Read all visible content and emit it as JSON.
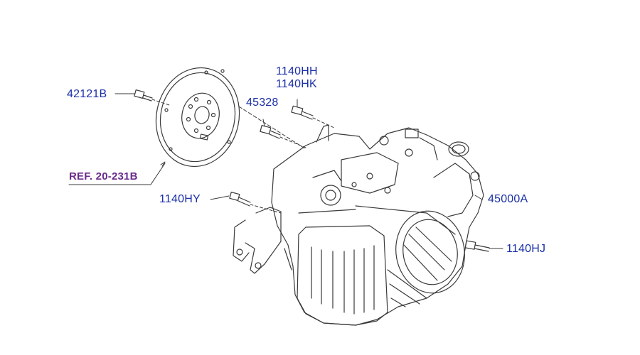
{
  "labels": {
    "p42121b": "42121B",
    "p1140hh": "1140HH",
    "p1140hk": "1140HK",
    "p45328": "45328",
    "ref": "REF. 20-231B",
    "p1140hy": "1140HY",
    "p45000a": "45000A",
    "p1140hj": "1140HJ"
  },
  "colors": {
    "label_text": "#1a2fa8",
    "reference_text": "#6a2b8c",
    "line_art": "#333333"
  }
}
